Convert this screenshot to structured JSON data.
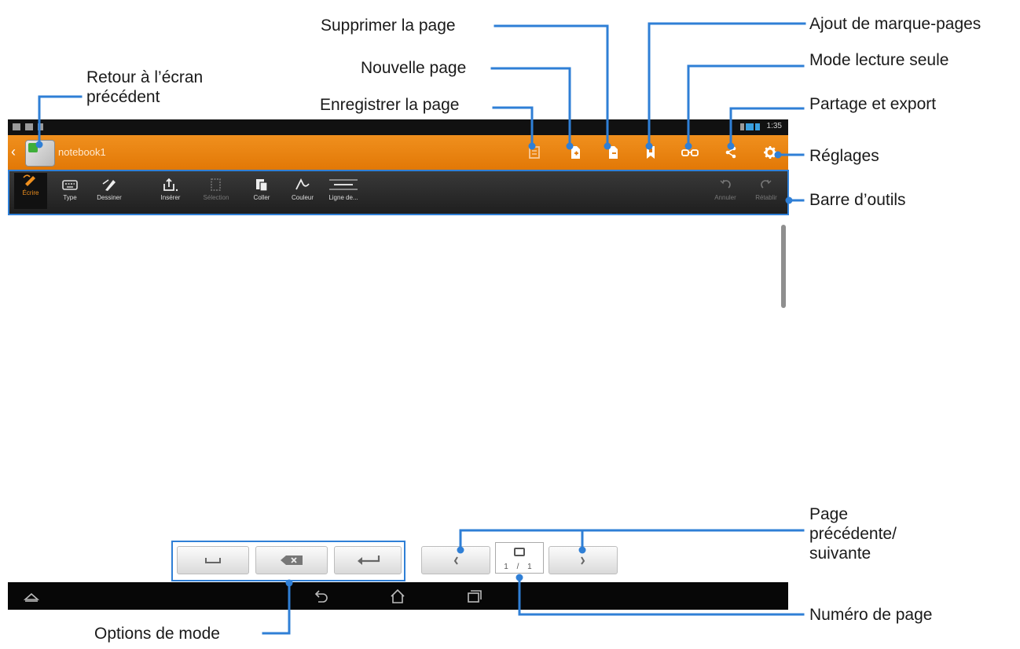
{
  "labels": {
    "back_line1": "Retour à l’écran",
    "back_line2": "précédent",
    "delete_page": "Supprimer la page",
    "new_page": "Nouvelle page",
    "save_page": "Enregistrer la page",
    "add_bookmark": "Ajout de marque-pages",
    "read_only": "Mode lecture seule",
    "share_export": "Partage et export",
    "settings": "Réglages",
    "toolbar": "Barre d’outils",
    "prev_next_line1": "Page",
    "prev_next_line2": "précédente/",
    "prev_next_line3": "suivante",
    "page_number": "Numéro de page",
    "mode_options": "Options de mode"
  },
  "screen": {
    "status_time": "1:35",
    "notebook_title": "notebook1",
    "page_indicator": "1 / 1",
    "tools": [
      {
        "label": "Écrire",
        "icon": "write-icon",
        "state": "active"
      },
      {
        "label": "Type",
        "icon": "keyboard-icon",
        "state": "normal"
      },
      {
        "label": "Dessiner",
        "icon": "draw-icon",
        "state": "normal"
      },
      {
        "label": "Insérer",
        "icon": "insert-icon",
        "state": "normal"
      },
      {
        "label": "Sélection",
        "icon": "selection-icon",
        "state": "disabled"
      },
      {
        "label": "Coller",
        "icon": "paste-icon",
        "state": "normal"
      },
      {
        "label": "Couleur",
        "icon": "color-icon",
        "state": "normal"
      },
      {
        "label": "Ligne de...",
        "icon": "line-icon",
        "state": "normal"
      },
      {
        "label": "Annuler",
        "icon": "undo-icon",
        "state": "disabled"
      },
      {
        "label": "Rétablir",
        "icon": "redo-icon",
        "state": "disabled"
      }
    ]
  },
  "colors": {
    "actionbar": "#e98511",
    "callout_line": "#2f7fd6",
    "toolbar": "#2b2b2b",
    "active_tool": "#f0901e"
  }
}
